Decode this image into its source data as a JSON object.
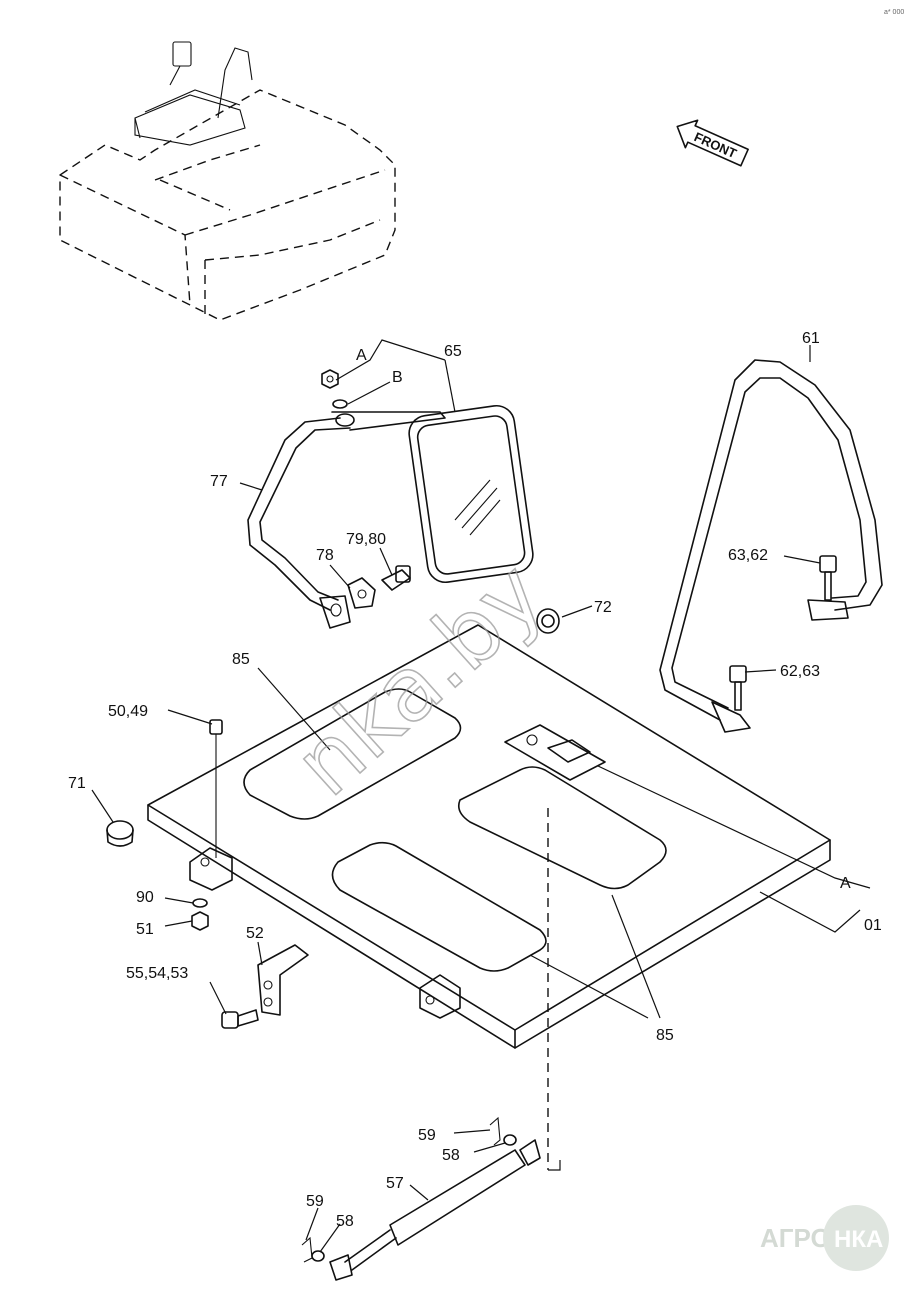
{
  "labels": {
    "a_top": "A",
    "b": "B",
    "p65": "65",
    "p61": "61",
    "p77": "77",
    "p78": "78",
    "p79_80": "79,80",
    "p72": "72",
    "p63_62": "63,62",
    "p62_63": "62,63",
    "p85_top": "85",
    "p50_49": "50,49",
    "p71": "71",
    "p90": "90",
    "p51": "51",
    "p52": "52",
    "p55_54_53": "55,54,53",
    "a_bottom": "A",
    "p01": "01",
    "p85_bottom": "85",
    "p59_top": "59",
    "p58_top": "58",
    "p57": "57",
    "p59_bottom": "59",
    "p58_bottom": "58"
  },
  "arrow_label": "FRONT",
  "watermark": "nka.by",
  "logo": {
    "left": "АГРО",
    "right": "НКА"
  },
  "corner_code": "a* 000"
}
